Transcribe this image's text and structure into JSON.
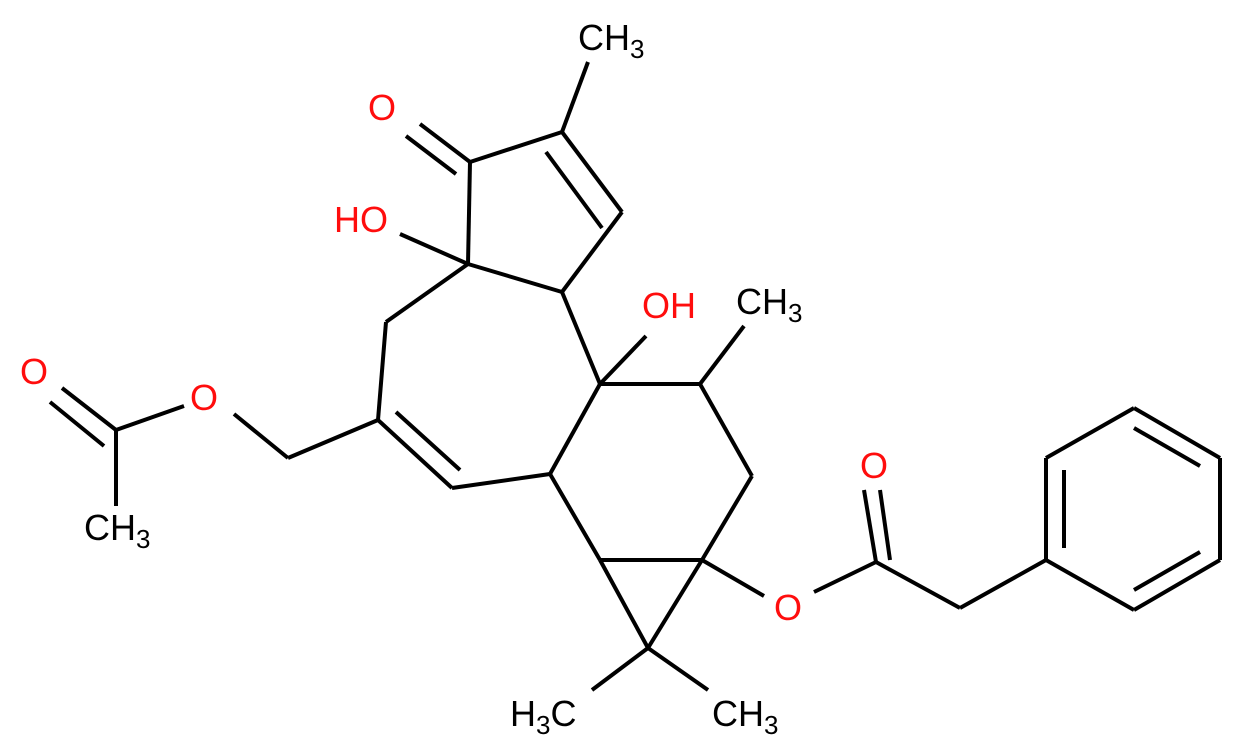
{
  "colors": {
    "bond": "#000000",
    "oxygen": "#ff0d0d",
    "carbon": "#000000"
  },
  "labels": {
    "ch3_top": {
      "main": "CH",
      "sub": "3"
    },
    "o_ketone": "O",
    "ho_left": "HO",
    "oh_mid": "OH",
    "ch3_right": {
      "main": "CH",
      "sub": "3"
    },
    "o_acetyl_carbonyl": "O",
    "o_acetyl_ester": "O",
    "ch3_acetyl": {
      "main": "CH",
      "sub": "3"
    },
    "o_phenylacetyl_carbonyl": "O",
    "o_phenylacetyl_ester": "O",
    "h3c_gem": {
      "main": "C",
      "pre": "H",
      "sub": "3"
    },
    "ch3_gem": {
      "main": "CH",
      "sub": "3"
    }
  }
}
